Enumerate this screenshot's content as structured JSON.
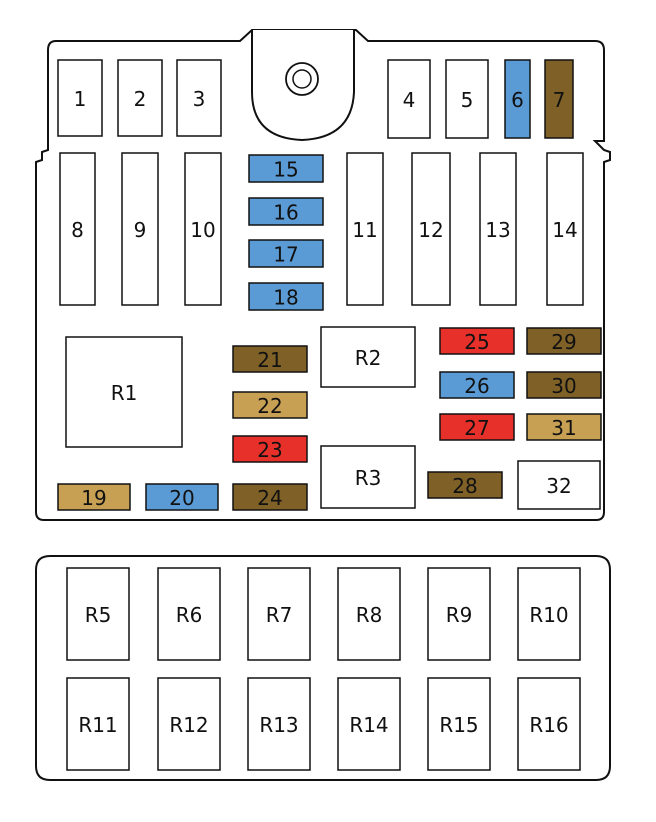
{
  "colors": {
    "white": "#ffffff",
    "blue": "#5b9bd5",
    "olive": "#7f6128",
    "tan": "#c8a054",
    "red": "#e8302b"
  },
  "upper_block": {
    "fuses": [
      {
        "id": "1",
        "color": "white",
        "highlighted": true
      },
      {
        "id": "2",
        "color": "white"
      },
      {
        "id": "3",
        "color": "white"
      },
      {
        "id": "4",
        "color": "white"
      },
      {
        "id": "5",
        "color": "white"
      },
      {
        "id": "6",
        "color": "blue"
      },
      {
        "id": "7",
        "color": "olive"
      },
      {
        "id": "8",
        "color": "white"
      },
      {
        "id": "9",
        "color": "white"
      },
      {
        "id": "10",
        "color": "white"
      },
      {
        "id": "11",
        "color": "white"
      },
      {
        "id": "12",
        "color": "white"
      },
      {
        "id": "13",
        "color": "white"
      },
      {
        "id": "14",
        "color": "white"
      },
      {
        "id": "15",
        "color": "blue"
      },
      {
        "id": "16",
        "color": "blue"
      },
      {
        "id": "17",
        "color": "blue"
      },
      {
        "id": "18",
        "color": "blue"
      },
      {
        "id": "19",
        "color": "tan"
      },
      {
        "id": "20",
        "color": "blue"
      },
      {
        "id": "21",
        "color": "olive"
      },
      {
        "id": "22",
        "color": "tan"
      },
      {
        "id": "23",
        "color": "red"
      },
      {
        "id": "24",
        "color": "olive"
      },
      {
        "id": "25",
        "color": "red"
      },
      {
        "id": "26",
        "color": "blue"
      },
      {
        "id": "27",
        "color": "red"
      },
      {
        "id": "28",
        "color": "olive"
      },
      {
        "id": "29",
        "color": "olive"
      },
      {
        "id": "30",
        "color": "olive"
      },
      {
        "id": "31",
        "color": "tan"
      },
      {
        "id": "32",
        "color": "white"
      }
    ],
    "relays": [
      "R1",
      "R2",
      "R3"
    ]
  },
  "lower_block": {
    "relays": [
      "R5",
      "R6",
      "R7",
      "R8",
      "R9",
      "R10",
      "R11",
      "R12",
      "R13",
      "R14",
      "R15",
      "R16"
    ]
  }
}
